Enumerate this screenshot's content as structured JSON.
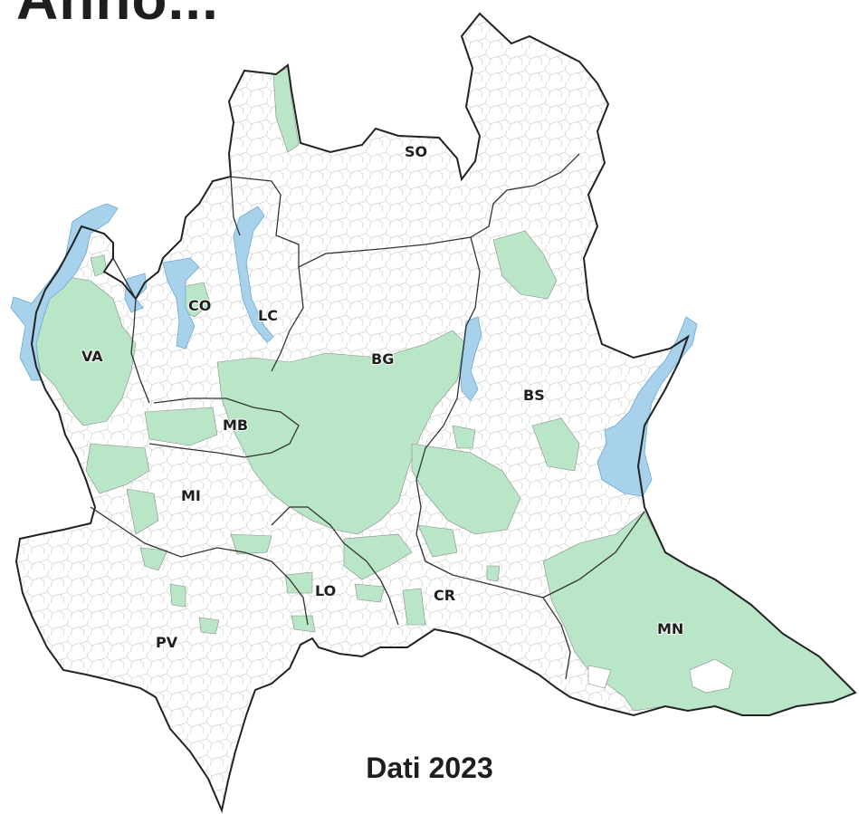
{
  "header": {
    "title_fragment": "Anno... "
  },
  "caption": "Dati 2023",
  "provinces": [
    {
      "code": "SO"
    },
    {
      "code": "CO"
    },
    {
      "code": "LC"
    },
    {
      "code": "VA"
    },
    {
      "code": "BG"
    },
    {
      "code": "BS"
    },
    {
      "code": "MB"
    },
    {
      "code": "MI"
    },
    {
      "code": "LO"
    },
    {
      "code": "CR"
    },
    {
      "code": "PV"
    },
    {
      "code": "MN"
    }
  ],
  "colors": {
    "highlight_fill": "#b8e6c6",
    "lake_fill": "#a8d2ec",
    "region_stroke": "#222222",
    "municipality_stroke": "#c8c8c8"
  }
}
